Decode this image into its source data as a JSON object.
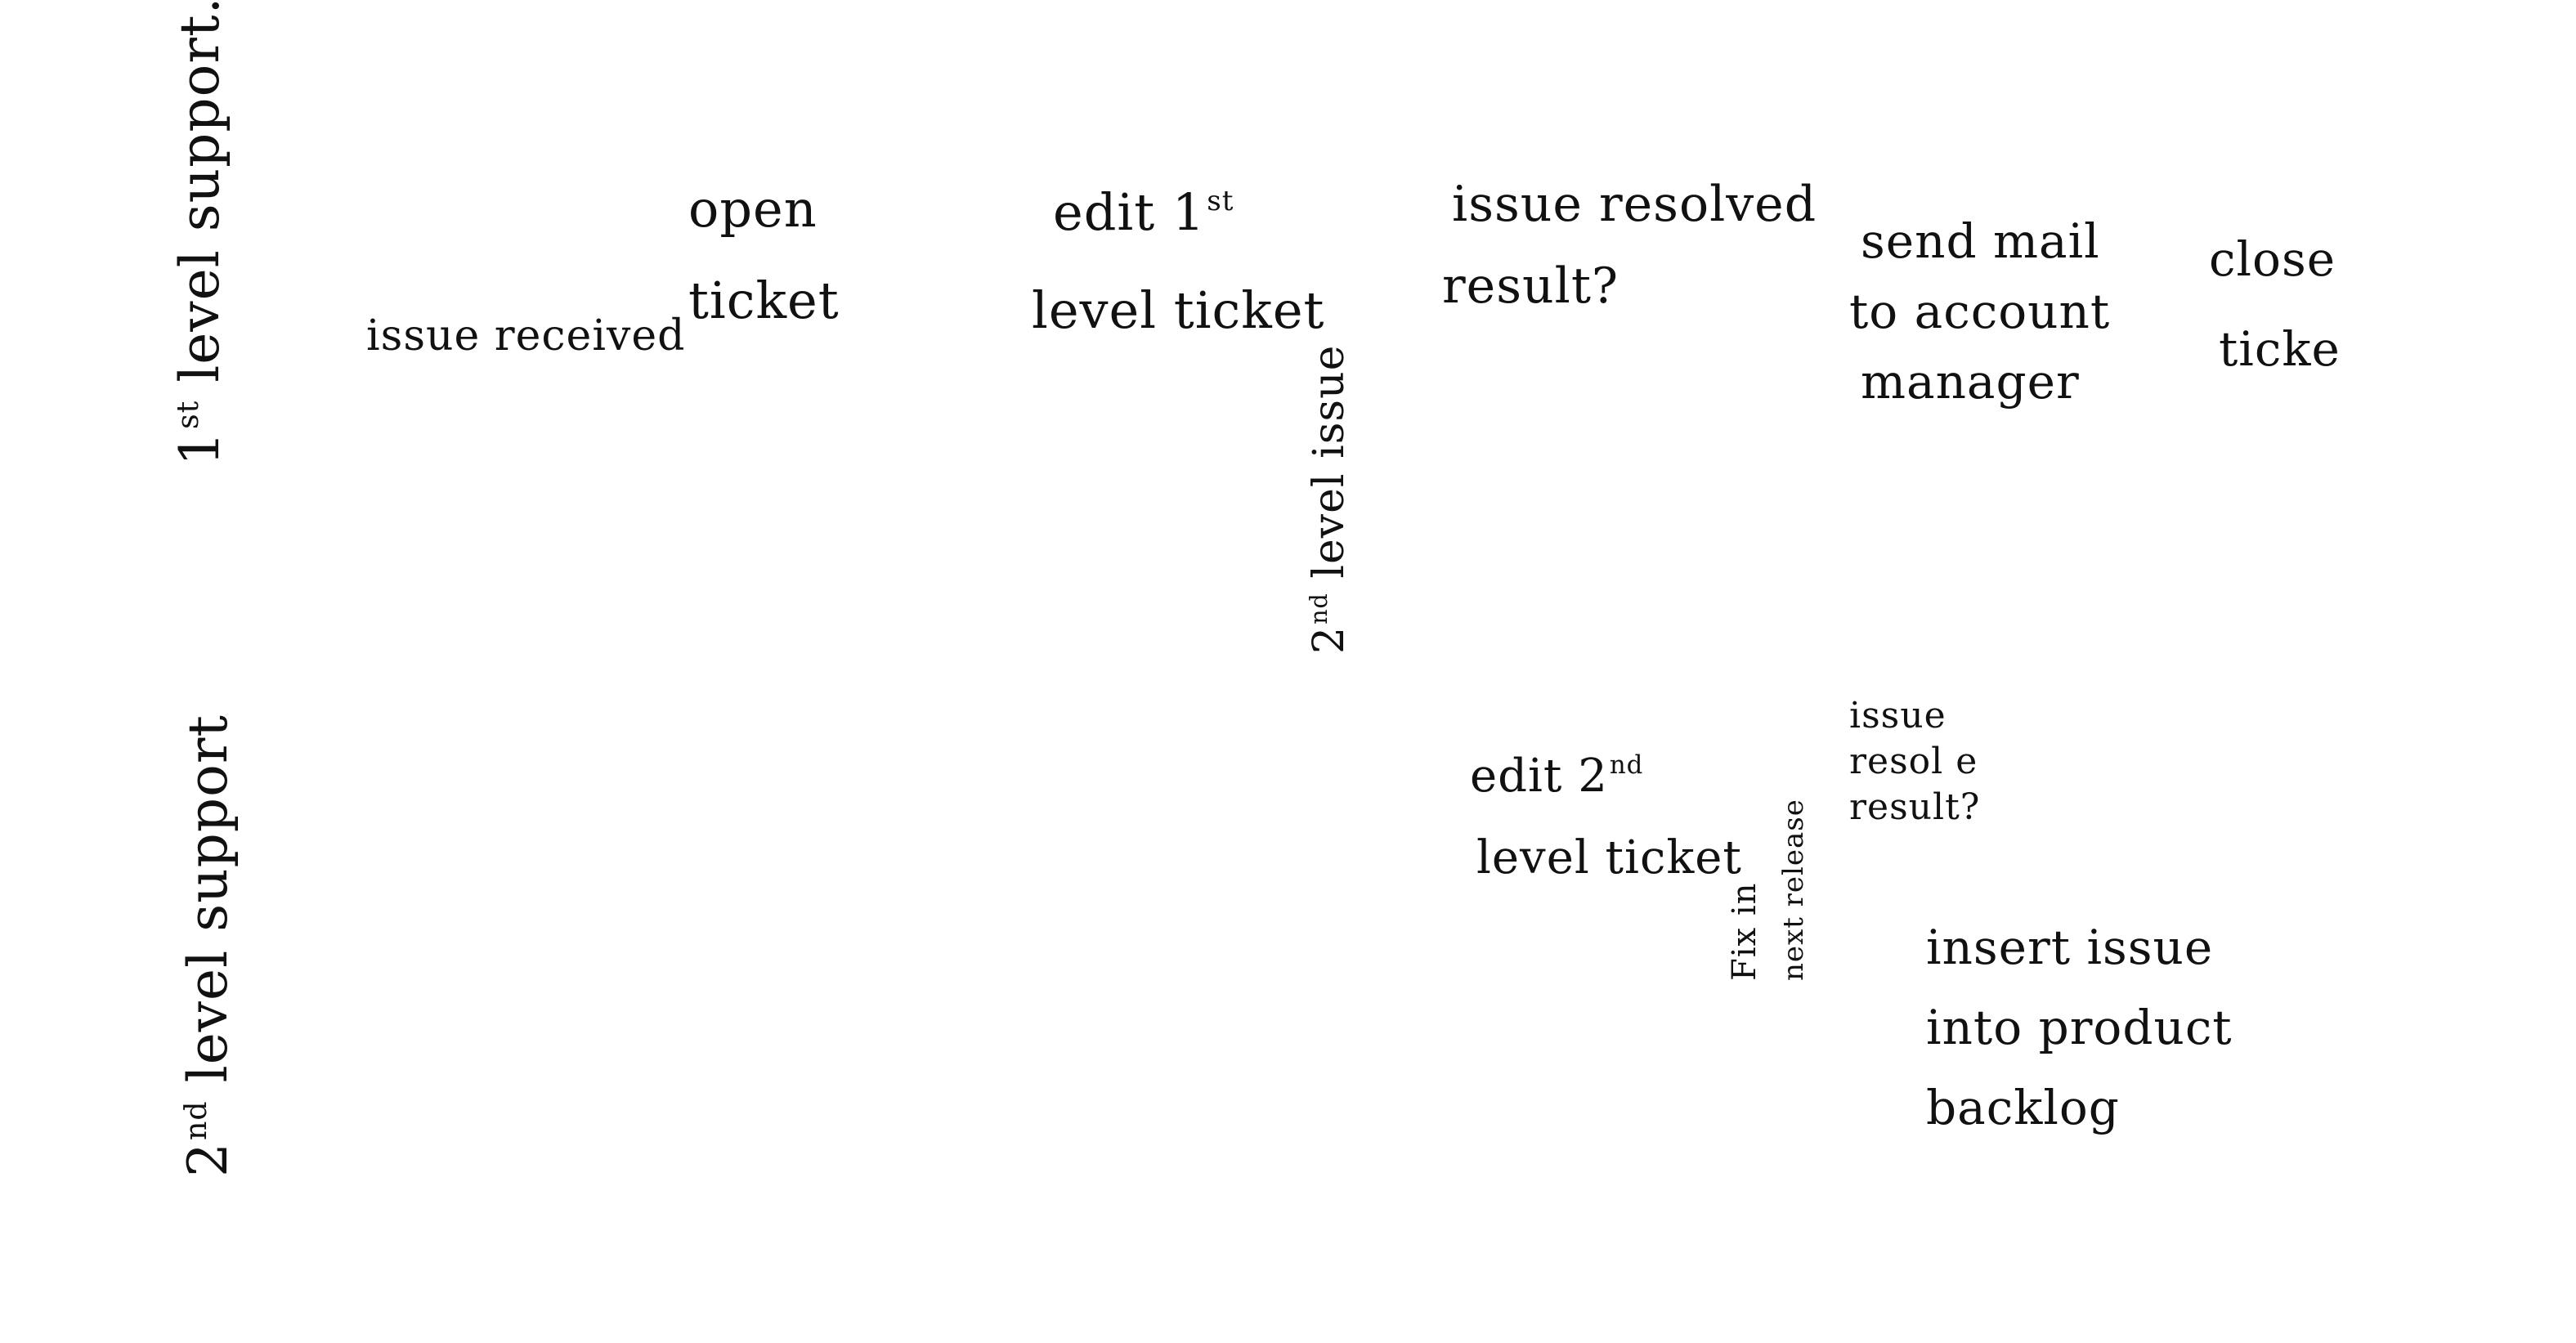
{
  "lanes": {
    "first": {
      "label": "1",
      "sup": "st",
      "rest": " level support."
    },
    "second": {
      "label": "2",
      "sup": "nd",
      "rest": " level support"
    }
  },
  "nodes": {
    "issue_received": "issue received",
    "open_ticket": [
      "open",
      "ticket"
    ],
    "edit_first": {
      "prefix": "edit 1",
      "sup": "st",
      "line2": "level ticket"
    },
    "resolution_1": [
      "issue resolved",
      "result?"
    ],
    "send_mail": [
      "send mail",
      "to account",
      "manager"
    ],
    "close_ticket": [
      "close",
      "ticke"
    ],
    "second_level_issue": {
      "num": "2",
      "sup": "nd",
      "rest": " level issue"
    },
    "edit_second": {
      "prefix": "edit 2",
      "sup": "nd",
      "line2": "level ticket"
    },
    "fix_next": [
      "Fix in",
      "next release"
    ],
    "resolution_2": [
      "issue",
      "resol e",
      "result?"
    ],
    "backlog": [
      "insert issue",
      "into product",
      "backlog"
    ]
  }
}
